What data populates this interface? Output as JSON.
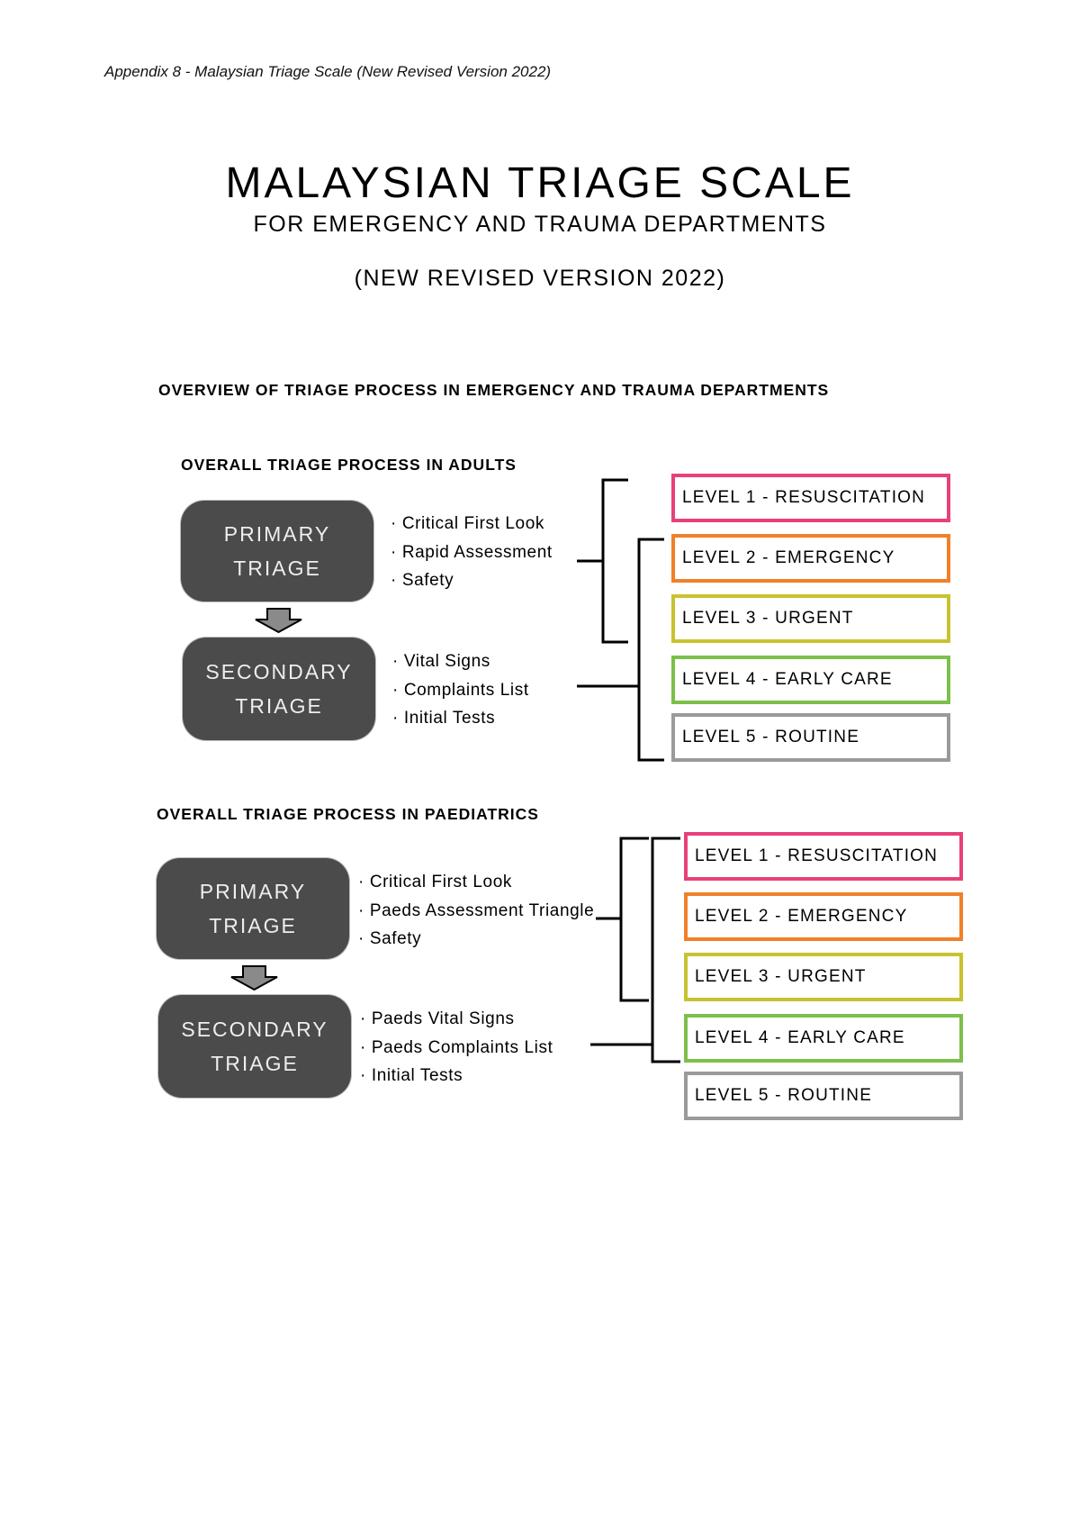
{
  "appendix": "Appendix 8 - Malaysian Triage Scale (New Revised Version 2022)",
  "title": "MALAYSIAN TRIAGE SCALE",
  "subtitle": "FOR EMERGENCY AND TRAUMA DEPARTMENTS",
  "version": "(NEW REVISED VERSION 2022)",
  "overview": "OVERVIEW OF TRIAGE PROCESS IN EMERGENCY AND TRAUMA DEPARTMENTS",
  "colors": {
    "level1": "#e8407c",
    "level2": "#f0802a",
    "level3": "#c9c230",
    "level4": "#7cc04a",
    "level5": "#9a9a9a",
    "box": "#4b4b4b"
  },
  "adults": {
    "heading": "OVERALL TRIAGE PROCESS IN ADULTS",
    "primary": {
      "line1": "PRIMARY",
      "line2": "TRIAGE"
    },
    "secondary": {
      "line1": "SECONDARY",
      "line2": "TRIAGE"
    },
    "primary_items": [
      "Critical First Look",
      "Rapid Assessment",
      "Safety"
    ],
    "secondary_items": [
      "Vital Signs",
      "Complaints List",
      "Initial Tests"
    ],
    "levels": [
      "LEVEL 1 - RESUSCITATION",
      "LEVEL 2 - EMERGENCY",
      "LEVEL 3 - URGENT",
      "LEVEL 4 - EARLY CARE",
      "LEVEL 5 - ROUTINE"
    ]
  },
  "paeds": {
    "heading": "OVERALL TRIAGE PROCESS IN PAEDIATRICS",
    "primary": {
      "line1": "PRIMARY",
      "line2": "TRIAGE"
    },
    "secondary": {
      "line1": "SECONDARY",
      "line2": "TRIAGE"
    },
    "primary_items": [
      "Critical First Look",
      "Paeds Assessment Triangle",
      "Safety"
    ],
    "secondary_items": [
      "Paeds Vital Signs",
      "Paeds Complaints List",
      "Initial Tests"
    ],
    "levels": [
      "LEVEL 1 - RESUSCITATION",
      "LEVEL 2 - EMERGENCY",
      "LEVEL 3 - URGENT",
      "LEVEL 4 - EARLY CARE",
      "LEVEL 5 - ROUTINE"
    ]
  }
}
